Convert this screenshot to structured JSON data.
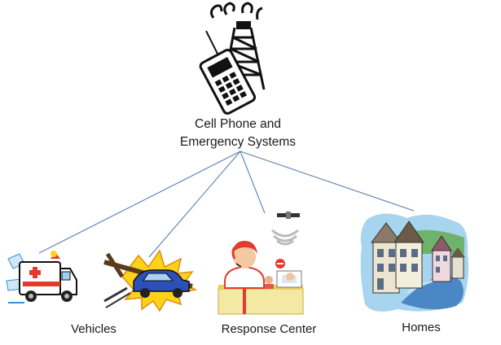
{
  "hub": {
    "line1": "Cell Phone and",
    "line2": "Emergency Systems"
  },
  "nodes": [
    {
      "label": "Vehicles"
    },
    {
      "label": "Response Center"
    },
    {
      "label": "Homes"
    }
  ],
  "colors": {
    "connector": "#5b7db1",
    "text": "#1a1a1a"
  }
}
